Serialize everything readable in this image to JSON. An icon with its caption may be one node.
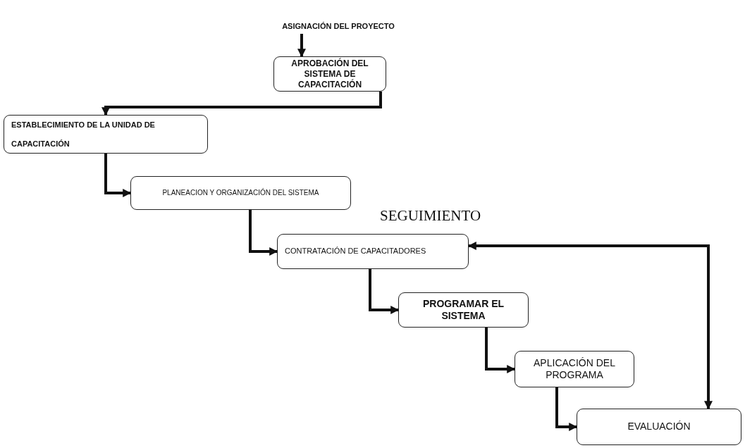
{
  "diagram": {
    "nodes": [
      {
        "text": [
          "ASIGNACIÓN DEL PROYECTO"
        ]
      },
      {
        "text": [
          "APROBACIÓN DEL SISTEMA DE CAPACITACIÓN"
        ]
      },
      {
        "text": [
          "ESTABLECIMIENTO DE LA UNIDAD DE CAPACITACIÓN"
        ]
      },
      {
        "text": [
          "PLANEACION Y ORGANIZACIÓN DEL SISTEMA"
        ]
      },
      {
        "text": [
          "CONTRATACIÓN DE CAPACITADORES"
        ]
      },
      {
        "text": [
          "PROGRAMAR EL SISTEMA"
        ]
      },
      {
        "text": [
          "APLICACIÓN DEL PROGRAMA"
        ]
      },
      {
        "text": [
          "EVALUACIÓN"
        ]
      }
    ],
    "edges": [
      {
        "from": 0,
        "to": 1,
        "arrow": "to"
      },
      {
        "from": 1,
        "to": 2,
        "arrow": "to"
      },
      {
        "from": 2,
        "to": 3,
        "arrow": "to"
      },
      {
        "from": 3,
        "to": 4,
        "arrow": "to"
      },
      {
        "from": 4,
        "to": 5,
        "arrow": "to"
      },
      {
        "from": 5,
        "to": 6,
        "arrow": "to"
      },
      {
        "from": 6,
        "to": 7,
        "arrow": "to"
      },
      {
        "from": 7,
        "to": 4,
        "arrow": "both",
        "label": "SEGUIMIENTO"
      }
    ]
  }
}
